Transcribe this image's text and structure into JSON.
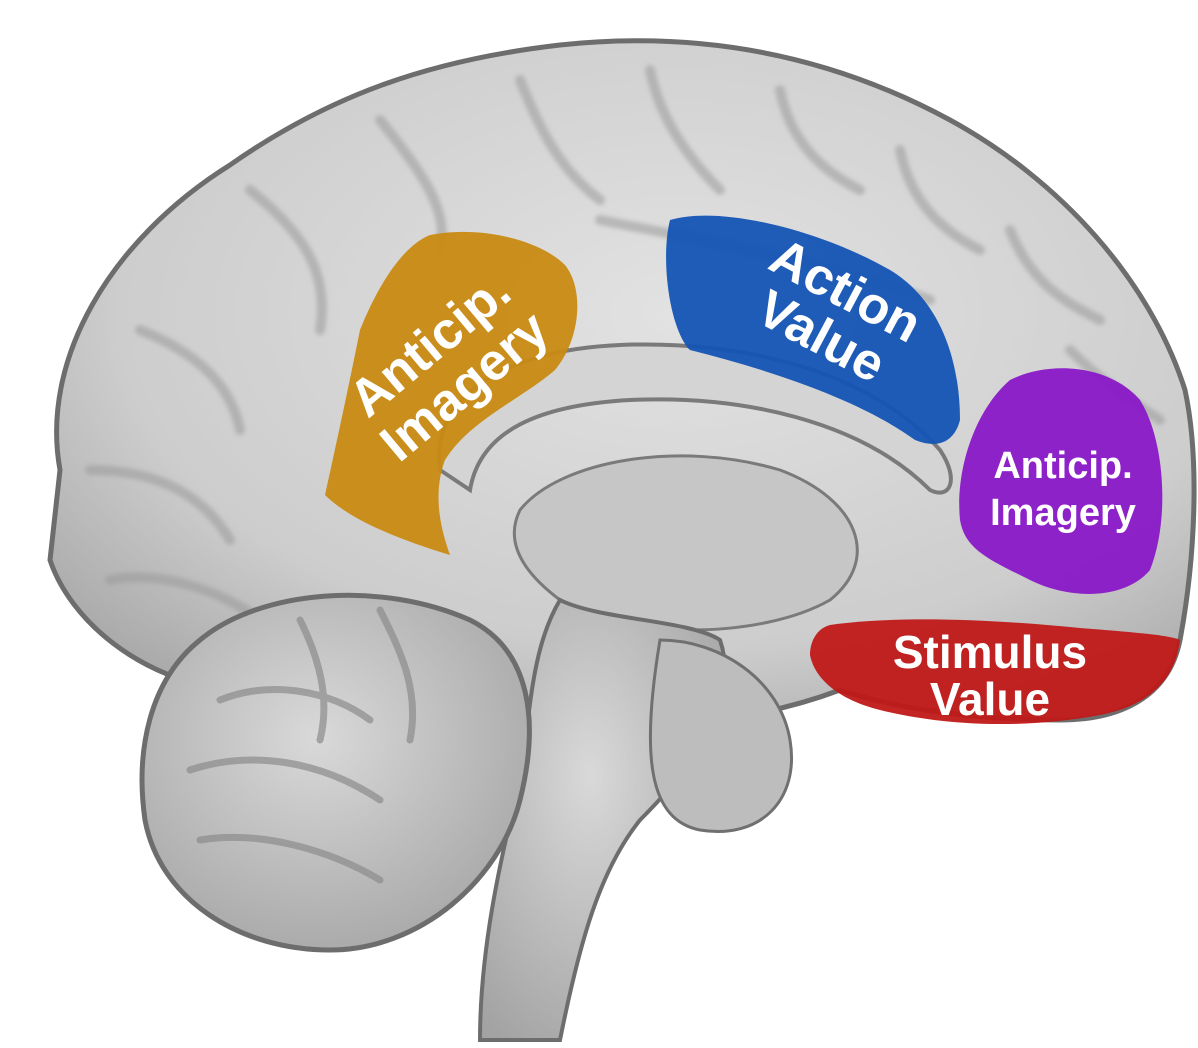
{
  "regions": {
    "posterior_imagery": {
      "line1": "Anticip.",
      "line2": "Imagery",
      "color": "#c98a12"
    },
    "action_value": {
      "line1": "Action",
      "line2": "Value",
      "color": "#1454b4"
    },
    "anterior_imagery": {
      "line1": "Anticip.",
      "line2": "Imagery",
      "color": "#8a18c8"
    },
    "stimulus_value": {
      "line1": "Stimulus",
      "line2": "Value",
      "color": "#c01818"
    }
  },
  "colors": {
    "brain_surface": "#cfcfcf",
    "brain_shadow": "#8a8a8a",
    "background": "#ffffff"
  }
}
